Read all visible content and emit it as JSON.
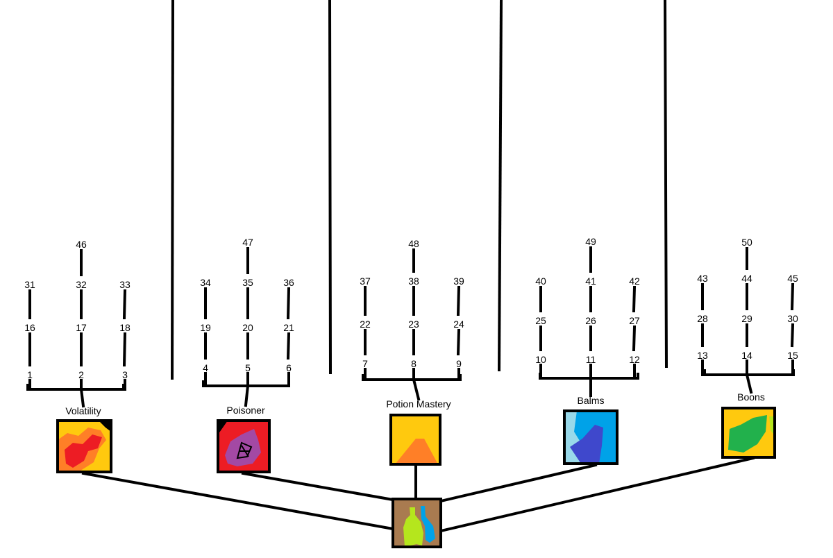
{
  "root": {
    "icon": "potion-bottles-icon"
  },
  "branches": [
    {
      "title": "Volatility",
      "icon": "fire-splash-icon",
      "columns": [
        [
          "1",
          "16",
          "31"
        ],
        [
          "2",
          "17",
          "32",
          "46"
        ],
        [
          "3",
          "18",
          "33"
        ]
      ]
    },
    {
      "title": "Poisoner",
      "icon": "poison-skull-icon",
      "columns": [
        [
          "4",
          "19",
          "34"
        ],
        [
          "5",
          "20",
          "35",
          "47"
        ],
        [
          "6",
          "21",
          "36"
        ]
      ]
    },
    {
      "title": "Potion Mastery",
      "icon": "orange-peak-icon",
      "columns": [
        [
          "7",
          "22",
          "37"
        ],
        [
          "8",
          "23",
          "38",
          "48"
        ],
        [
          "9",
          "24",
          "39"
        ]
      ]
    },
    {
      "title": "Balms",
      "icon": "blue-balm-icon",
      "columns": [
        [
          "10",
          "25",
          "40"
        ],
        [
          "11",
          "26",
          "41",
          "49"
        ],
        [
          "12",
          "27",
          "42"
        ]
      ]
    },
    {
      "title": "Boons",
      "icon": "green-blob-icon",
      "columns": [
        [
          "13",
          "28",
          "43"
        ],
        [
          "14",
          "29",
          "44",
          "50"
        ],
        [
          "15",
          "30",
          "45"
        ]
      ]
    }
  ],
  "colors": {
    "line": "#000000",
    "root_bg": "#a97b50",
    "yellow": "#ffc90e",
    "red": "#ed1c24",
    "orange": "#ff7f27",
    "purple": "#a349a4",
    "light_blue": "#99d9ea",
    "sky_blue": "#00a2e8",
    "indigo": "#3f48cc",
    "green": "#22b14c",
    "lime": "#b5e61d"
  }
}
